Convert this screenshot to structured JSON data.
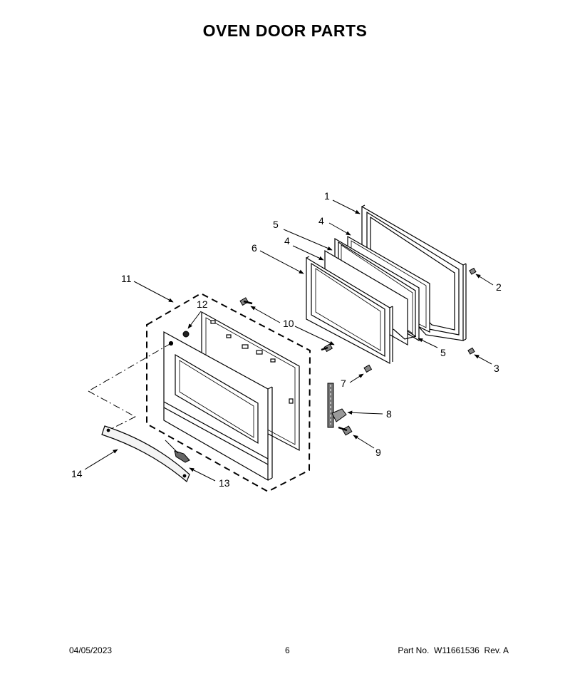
{
  "title": "OVEN DOOR PARTS",
  "callouts": [
    "1",
    "2",
    "3",
    "4",
    "4",
    "5",
    "5",
    "6",
    "7",
    "8",
    "9",
    "10",
    "11",
    "12",
    "13",
    "14"
  ],
  "footer": {
    "date": "04/05/2023",
    "page": "6",
    "part_label": "Part No.",
    "part_number": "W11661536",
    "rev": "Rev. A"
  }
}
